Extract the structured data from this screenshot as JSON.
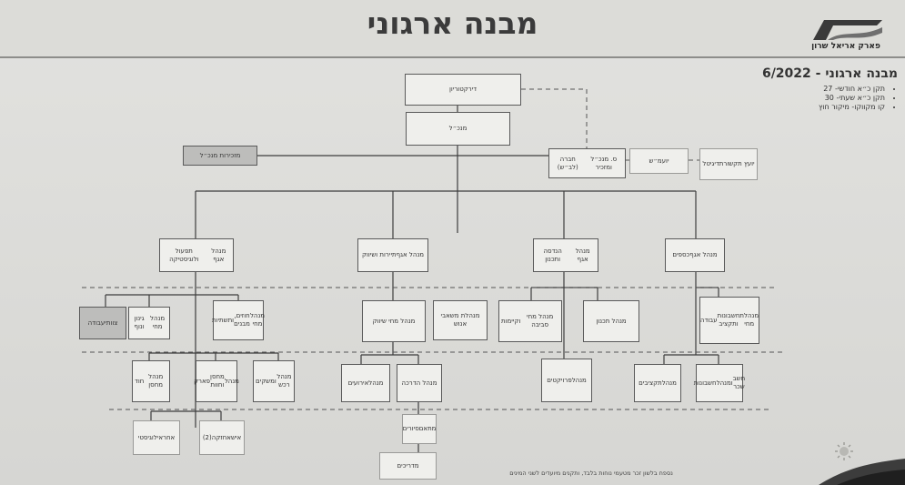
{
  "header": {
    "title": "מבנה ארגוני",
    "logo_text": "פארק אריאל שרון",
    "logo_icon": "park-logo-icon"
  },
  "side_panel": {
    "title": "מבנה ארגוני - 6/2022",
    "items": [
      "תקן כ״א חודשי- 27",
      "תקן כ״א שעתי- 30",
      "קו מקווקו- מיקור חוץ"
    ]
  },
  "org": {
    "director_board": "דירקטוריון",
    "ceo": "מנכ״ל",
    "ceo_office": "מזכירות מנכ״ל",
    "deputy_ceo": [
      "ס. מנכ״ל ומזכיר",
      "חברה (לב״ש)"
    ],
    "legal": "יועמ״ש",
    "consultants": [
      "יועץ תקשורת",
      "דיגיטל"
    ],
    "div_operations": [
      "מנהל אגף",
      "תפעול ולוגיסטיקה"
    ],
    "div_tourism": [
      "מנהל אגף",
      "תיירות ושיווק"
    ],
    "div_planning": [
      "מנהל אגף",
      "הנדסה ותכנון"
    ],
    "div_finance": [
      "מנהל אגף",
      "כספים"
    ],
    "hr_manager": [
      "מנהלת משאבי אנוש"
    ],
    "l2": {
      "gardening_teams": [
        "צוותי",
        "עבודה"
      ],
      "maintenance_mgr": [
        "מנהל מחי",
        "גינון ונוף"
      ],
      "facilities_mgr": [
        "מנהל מחי",
        "חוזים, מבנים",
        "ותשתיות"
      ],
      "events_mgr": [
        "מנהל מחי שיווק"
      ],
      "env_mgr": [
        "מנהל מחי סביבה",
        "וקיימות"
      ],
      "planning_mgr": [
        "מנהל תכנון"
      ],
      "accounting_mgr": [
        "מנהלת מחי",
        "חשבונות ותקציב",
        "עבודה"
      ]
    },
    "l3": {
      "maint_tech": [
        "מנהל מחסן",
        "חוד"
      ],
      "ops_manager": [
        "מנהל",
        "מחסן וחוות",
        "פארק"
      ],
      "vehicles": [
        "מנהל רכש",
        "ומשקים"
      ],
      "events": [
        "מנהל",
        "אירועים"
      ],
      "education": [
        "מנהל הדרכה"
      ],
      "projects": [
        "מנהל",
        "פרויקטים"
      ],
      "budget": [
        "מנהל",
        "תקציבים"
      ],
      "payroll": [
        "חשב שכר",
        "ומנהל",
        "חשבונות"
      ]
    },
    "l4": {
      "security": [
        "אחראי",
        "לוגיסטי"
      ],
      "operators": [
        "איש",
        "אחזקה(2)"
      ],
      "education_coord": [
        "מתאם",
        "סיורים"
      ]
    },
    "l5": {
      "guides": "מדריכים"
    }
  },
  "footnote": "נספח בלשון זכר מטעמי נוחות בלבד, ותקנים מיועדים לשני המינים",
  "colors": {
    "box_bg": "#efefec",
    "box_dark": "#bdbdbb",
    "line": "#3d3d3d",
    "dash": "#555555"
  }
}
